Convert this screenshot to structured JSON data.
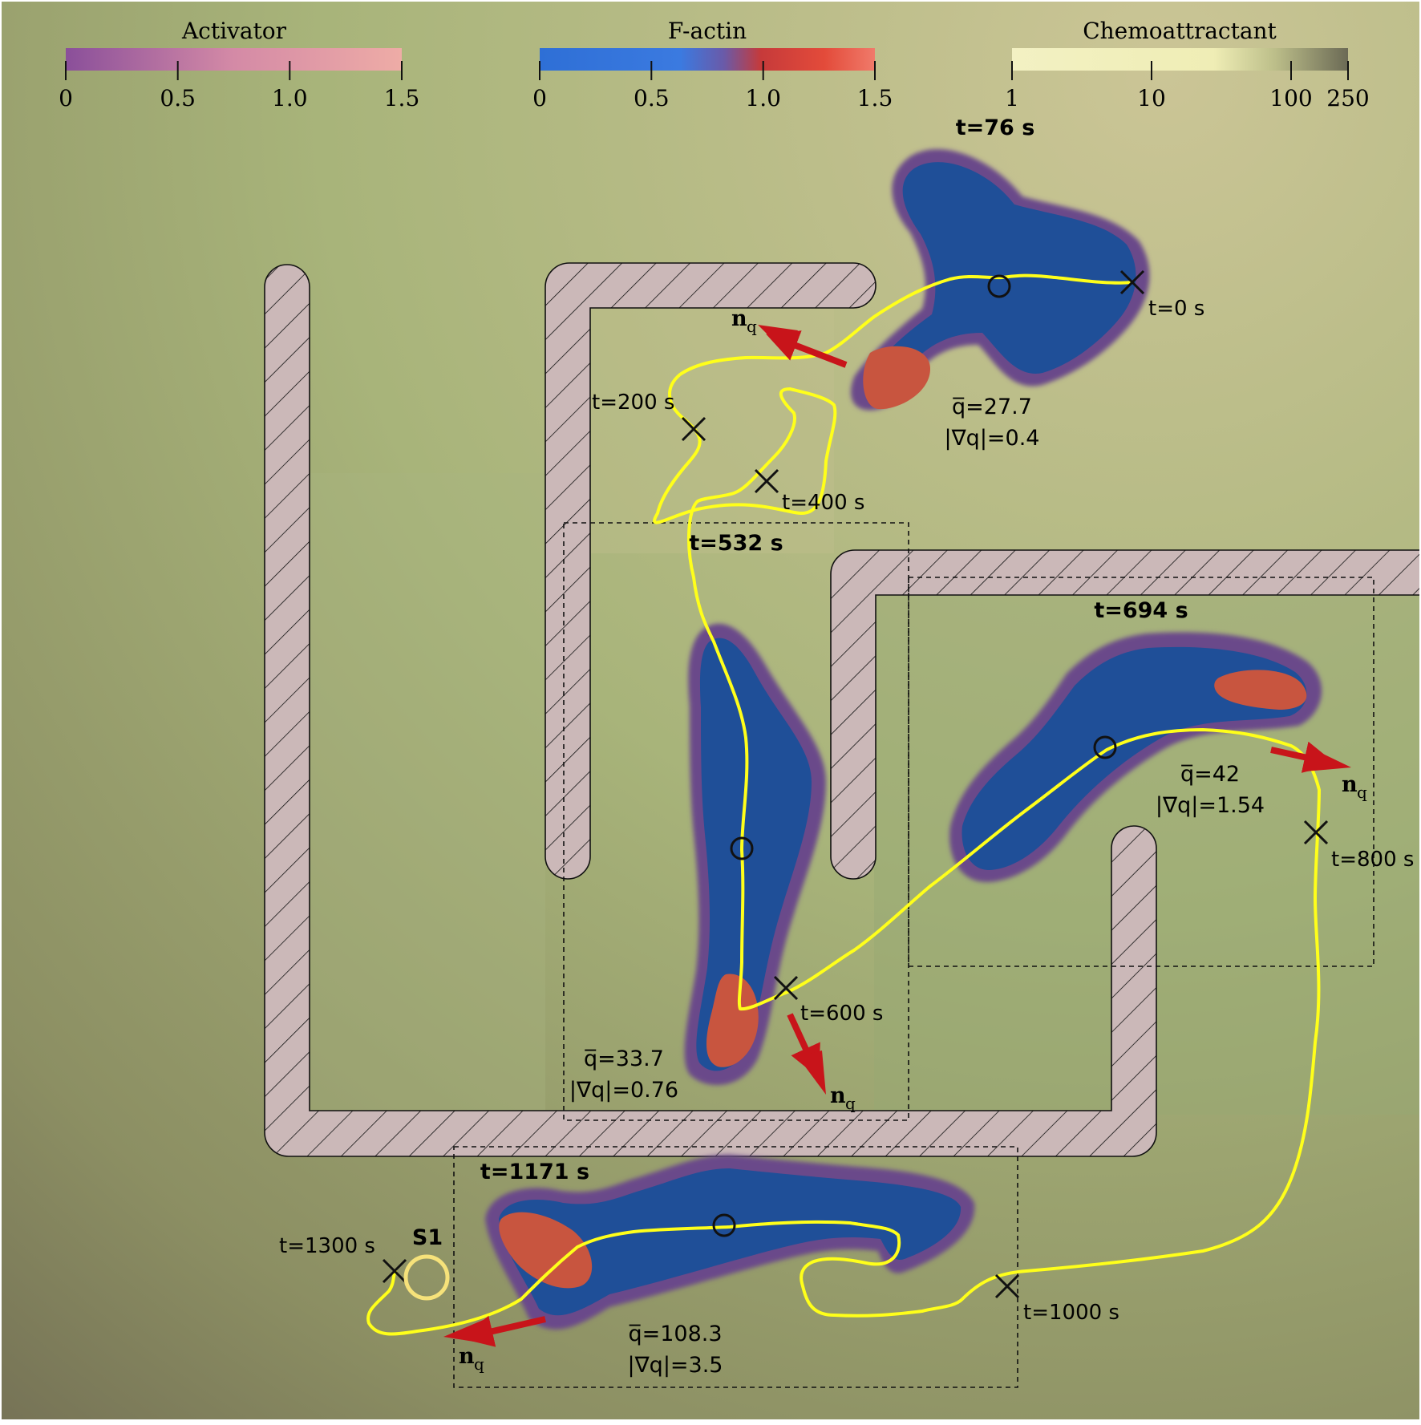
{
  "colorbars": {
    "activator": {
      "title": "Activator",
      "ticks": [
        "0",
        "0.5",
        "1.0",
        "1.5"
      ],
      "colors": [
        "#8a4f9a",
        "#d48aa6",
        "#eeaca6"
      ]
    },
    "factin": {
      "title": "F-actin",
      "ticks": [
        "0",
        "0.5",
        "1.0",
        "1.5"
      ],
      "colors": [
        "#2e6fd6",
        "#3b7ae0",
        "#c63a3a",
        "#e34b3a",
        "#f07a6a"
      ]
    },
    "chemo": {
      "title": "Chemoattractant",
      "ticks": [
        "1",
        "10",
        "100",
        "250"
      ],
      "colors": [
        "#f3f1c3",
        "#f0eeb8",
        "#bdbf8a",
        "#6b6a55"
      ]
    }
  },
  "snapshots": {
    "s76": {
      "label": "t=76 s",
      "q": "q̅=27.7",
      "grad": "|∇q|=0.4"
    },
    "s532": {
      "label": "t=532 s",
      "q": "q̅=33.7",
      "grad": "|∇q|=0.76"
    },
    "s694": {
      "label": "t=694 s",
      "q": "q̅=42",
      "grad": "|∇q|=1.54"
    },
    "s1171": {
      "label": "t=1171 s",
      "q": "q̅=108.3",
      "grad": "|∇q|=3.5"
    }
  },
  "time_marks": {
    "t0": "t=0 s",
    "t200": "t=200 s",
    "t400": "t=400 s",
    "t600": "t=600 s",
    "t800": "t=800 s",
    "t1000": "t=1000 s",
    "t1300": "t=1300 s"
  },
  "vector_label": {
    "main": "n",
    "sub": "q"
  },
  "source_label": "S1",
  "colors": {
    "trajectory": "#ffff1a",
    "cell_body": "#1f4f98",
    "cell_edge": "#6a4a8a",
    "front": "#c8553f",
    "arrow": "#c8141a",
    "wall_fill": "#cbb8b8",
    "source": "#f6e27a"
  }
}
